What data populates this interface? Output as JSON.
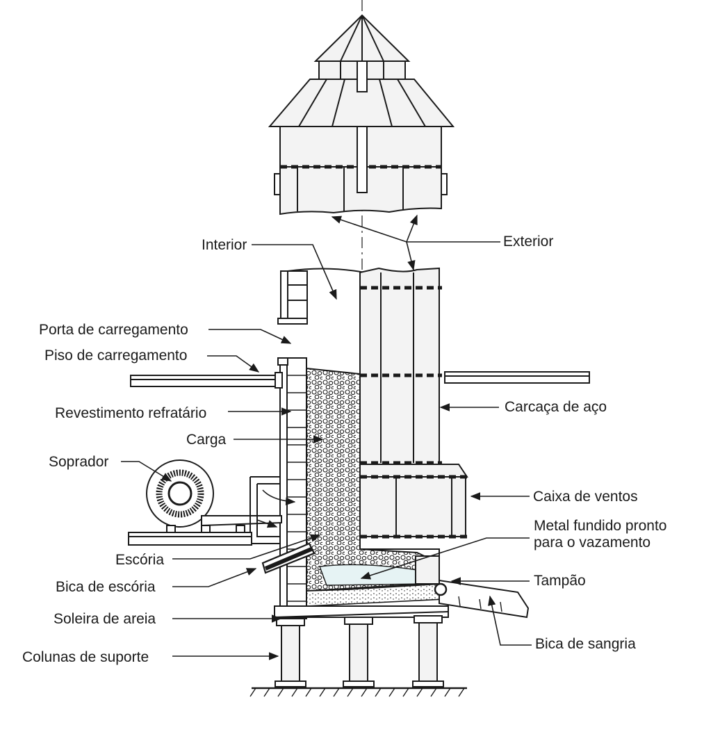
{
  "labels": {
    "interior": "Interior",
    "exterior": "Exterior",
    "porta_carregamento": "Porta de carregamento",
    "piso_carregamento": "Piso de carregamento",
    "revestimento_refratario": "Revestimento refratário",
    "carga": "Carga",
    "soprador": "Soprador",
    "escoria": "Escória",
    "bica_escoria": "Bica de escória",
    "soleira_areia": "Soleira de areia",
    "colunas_suporte": "Colunas de suporte",
    "carcaca_aco": "Carcaça de aço",
    "caixa_ventos": "Caixa de ventos",
    "metal_fundido": "Metal fundido pronto\npara o vazamento",
    "tampao": "Tampão",
    "bica_sangria": "Bica de sangria"
  },
  "colors": {
    "ink": "#1a1a1a",
    "paper": "#ffffff",
    "fill": "#f3f3f3",
    "molten": "#e6f3f4"
  }
}
